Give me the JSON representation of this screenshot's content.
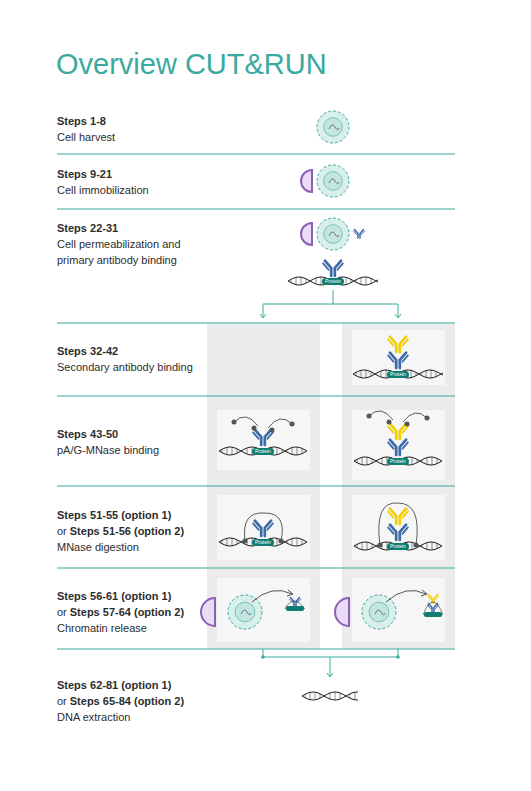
{
  "diagram": {
    "title": "Overview CUT&RUN",
    "nodes": [
      {
        "text": [
          "Steps 1-8",
          "Cell harvest"
        ]
      },
      {
        "text": [
          "Steps 9-21",
          "Cell immobilization"
        ]
      },
      {
        "text": [
          "Steps 22-31",
          "Cell permeabilization and primary antibody binding"
        ]
      },
      {
        "text": [
          "Steps 32-42",
          "Secondary antibody binding"
        ]
      },
      {
        "text": [
          "Steps 43-50",
          "pA/G-MNase binding"
        ]
      },
      {
        "text": [
          "Steps 51-55 (option 1)",
          "or",
          "Steps 51-56 (option 2)",
          "MNase digestion"
        ]
      },
      {
        "text": [
          "Steps 56-61 (option 1)",
          "or",
          "Steps 57-64 (option 2)",
          "Chromatin release"
        ]
      },
      {
        "text": [
          "Steps 62-81 (option 1)",
          "or",
          "Steps 65-84 (option 2)",
          "DNA extraction"
        ]
      },
      {
        "text": [
          "Protein"
        ]
      },
      {
        "text": [
          "Protein"
        ]
      },
      {
        "text": [
          "Protein"
        ]
      },
      {
        "text": [
          "Protein"
        ]
      },
      {
        "text": [
          "Protein"
        ]
      },
      {
        "text": [
          "Protein"
        ]
      }
    ]
  }
}
